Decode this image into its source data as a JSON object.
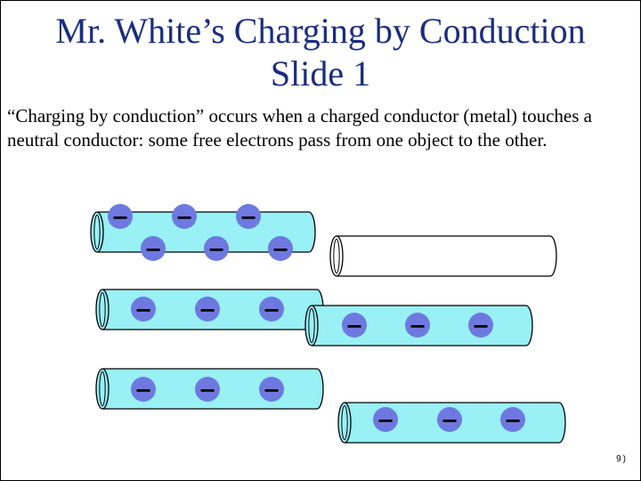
{
  "slide": {
    "title_line1": "Mr. White’s Charging by Conduction",
    "title_line2": "Slide 1",
    "body": "“Charging by conduction” occurs when a charged conductor (metal) touches a neutral conductor: some free electrons pass from one object to the other.",
    "page_number": "9)"
  },
  "diagram": {
    "electron_symbol": "−",
    "colors": {
      "charged_conductor": "#99f0f5",
      "neutral_conductor": "#ffffff",
      "electron": "#6e79e0",
      "outline": "#000000"
    },
    "rows": [
      {
        "stage": "before",
        "rod_a_electrons": 6,
        "rod_b_electrons": 0
      },
      {
        "stage": "touching",
        "rod_a_electrons": 3,
        "rod_b_electrons": 3
      },
      {
        "stage": "after",
        "rod_a_electrons": 3,
        "rod_b_electrons": 3
      }
    ]
  }
}
